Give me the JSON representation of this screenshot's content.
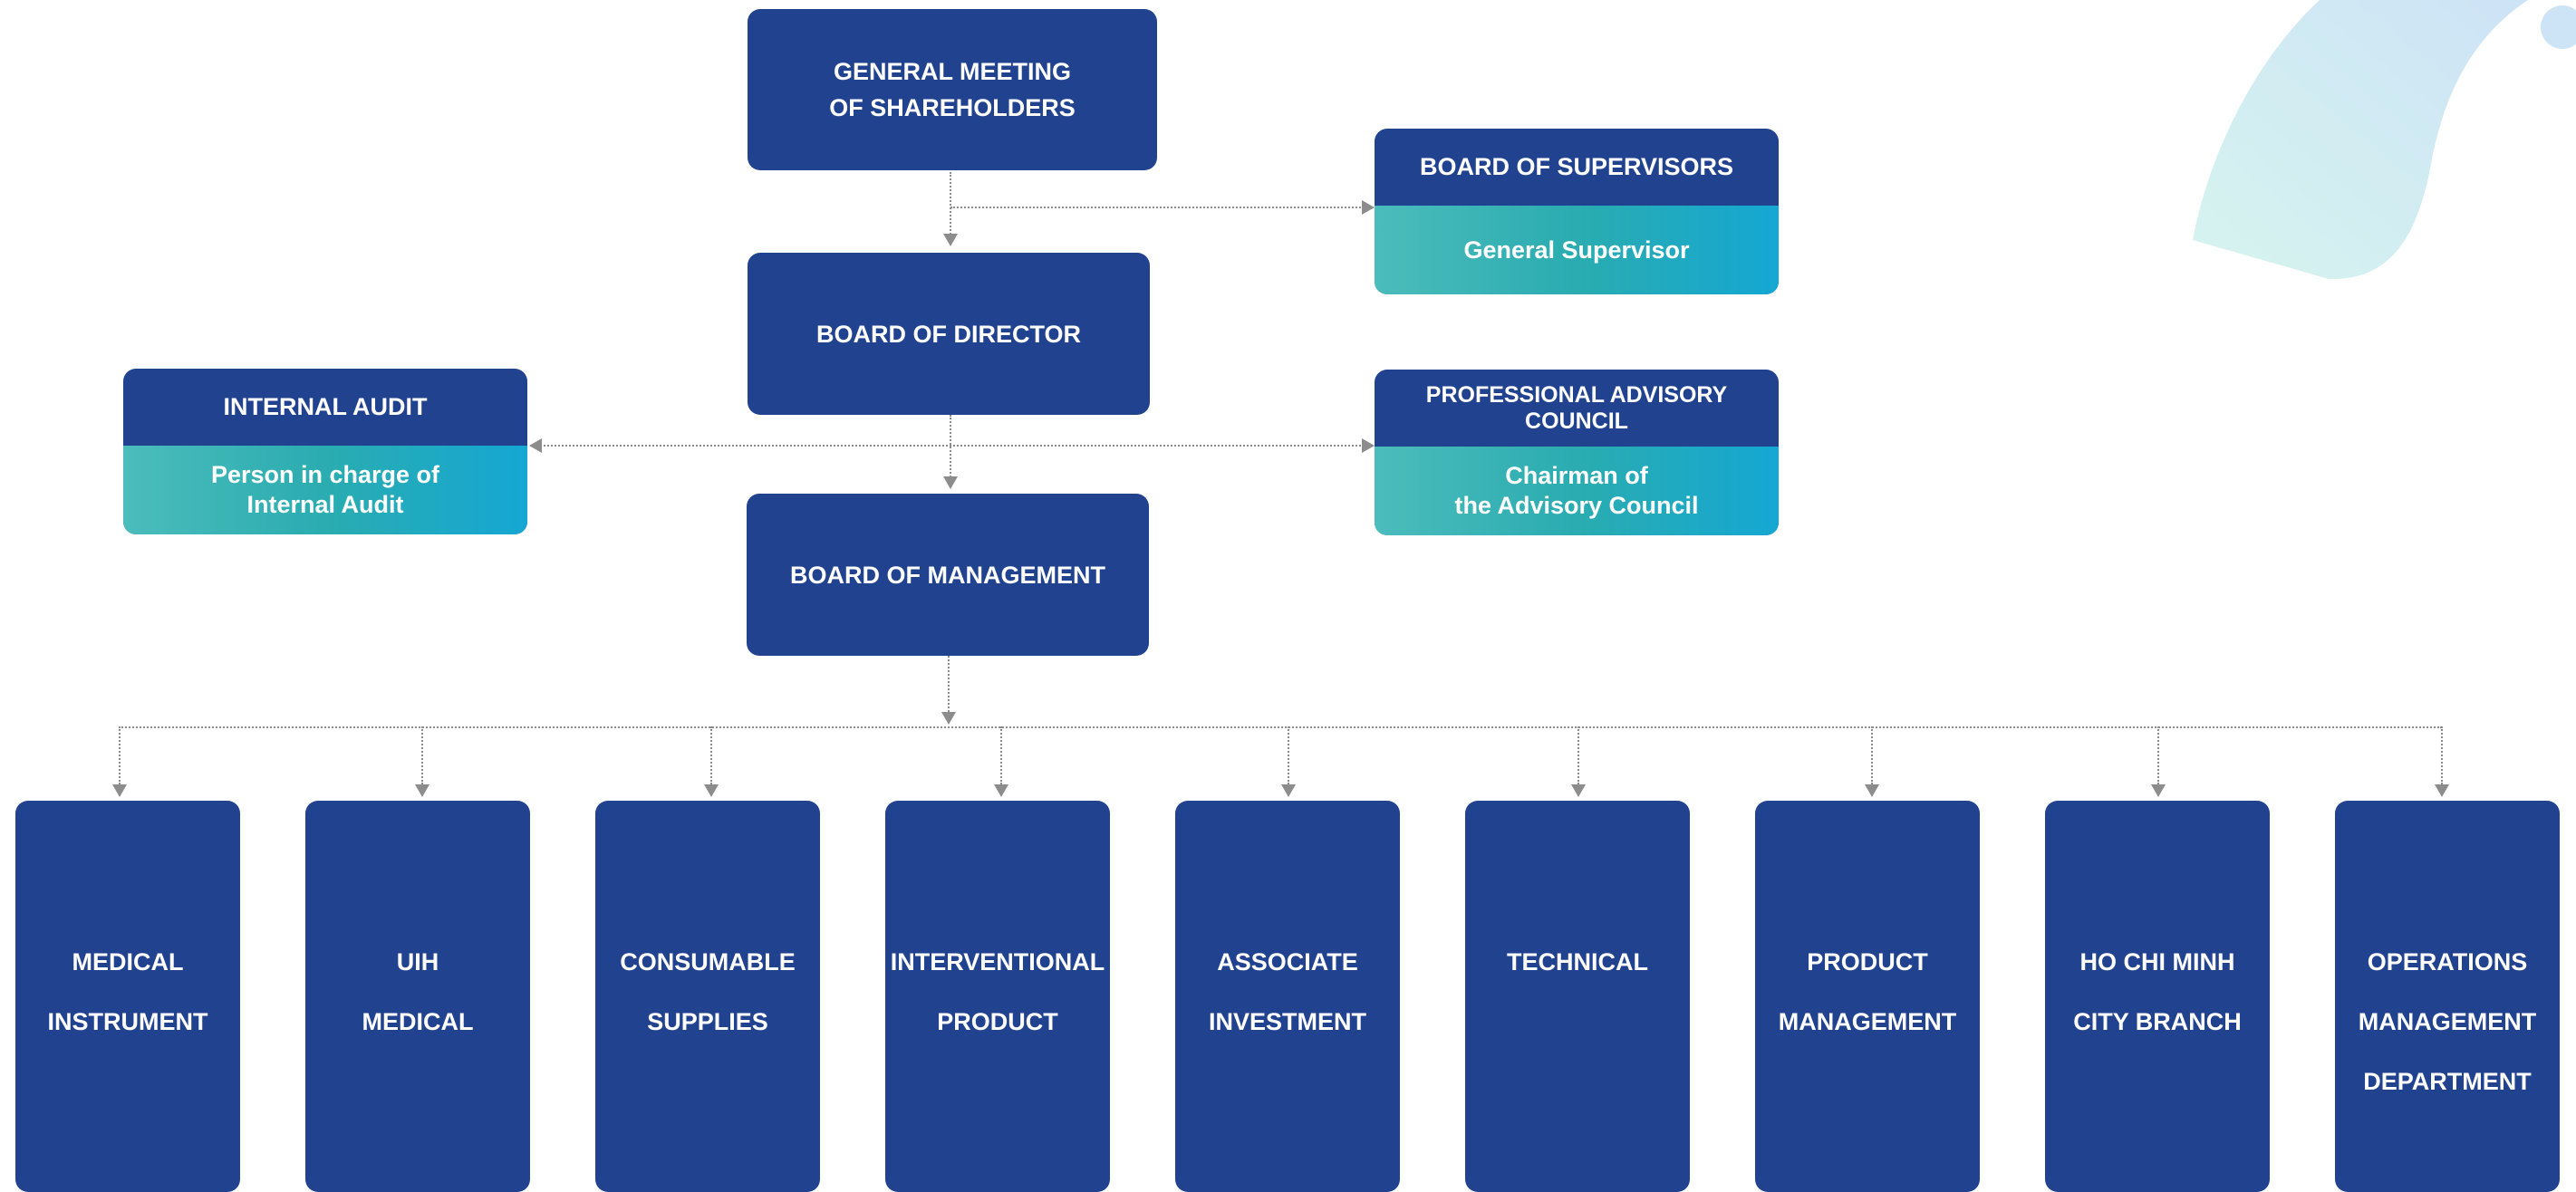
{
  "colors": {
    "box_fill": "#21428f",
    "sub_gradient": [
      "#4cbcbc",
      "#2aacb0",
      "#15a7d3"
    ],
    "connector": "#8c8c8c",
    "decor": "#d3f2ef"
  },
  "general_meeting": {
    "line1": "GENERAL MEETING",
    "line2": "OF SHAREHOLDERS"
  },
  "board_of_director": {
    "label": "BOARD OF DIRECTOR"
  },
  "board_of_management": {
    "label": "BOARD OF MANAGEMENT"
  },
  "board_of_supervisors": {
    "title": "BOARD OF SUPERVISORS",
    "sub_line1": "General Supervisor"
  },
  "internal_audit": {
    "title": "INTERNAL AUDIT",
    "sub_line1": "Person in charge of",
    "sub_line2": "Internal Audit"
  },
  "advisory_council": {
    "title": "PROFESSIONAL ADVISORY COUNCIL",
    "sub_line1": "Chairman of",
    "sub_line2": "the Advisory Council"
  },
  "departments": [
    {
      "lines": [
        "MEDICAL",
        "INSTRUMENT"
      ]
    },
    {
      "lines": [
        "UIH",
        "MEDICAL"
      ]
    },
    {
      "lines": [
        "CONSUMABLE",
        "SUPPLIES"
      ]
    },
    {
      "lines": [
        "INTERVENTIONAL",
        "PRODUCT"
      ]
    },
    {
      "lines": [
        "ASSOCIATE",
        "INVESTMENT"
      ]
    },
    {
      "lines": [
        "TECHNICAL"
      ]
    },
    {
      "lines": [
        "PRODUCT",
        "MANAGEMENT"
      ]
    },
    {
      "lines": [
        "HO CHI MINH",
        "CITY BRANCH"
      ]
    },
    {
      "lines": [
        "OPERATIONS",
        "MANAGEMENT",
        "DEPARTMENT"
      ]
    }
  ]
}
